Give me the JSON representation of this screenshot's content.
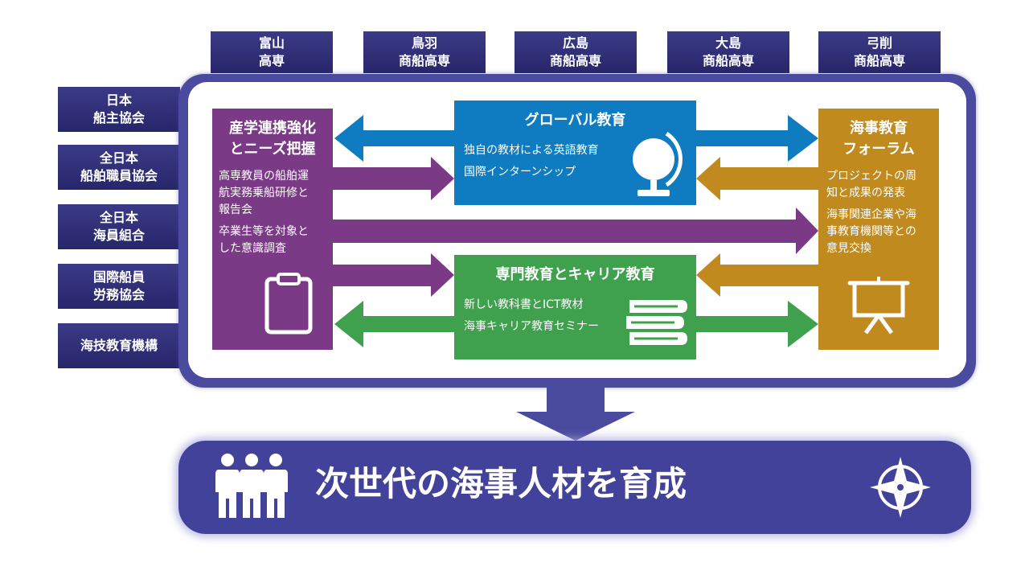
{
  "top_schools": [
    {
      "line1": "富山",
      "line2": "高専"
    },
    {
      "line1": "鳥羽",
      "line2": "商船高専"
    },
    {
      "line1": "広島",
      "line2": "商船高専"
    },
    {
      "line1": "大島",
      "line2": "商船高専"
    },
    {
      "line1": "弓削",
      "line2": "商船高専"
    }
  ],
  "left_orgs": [
    {
      "line1": "日本",
      "line2": "船主協会"
    },
    {
      "line1": "全日本",
      "line2": "船舶職員協会"
    },
    {
      "line1": "全日本",
      "line2": "海員組合"
    },
    {
      "line1": "国際船員",
      "line2": "労務協会"
    },
    {
      "line1": "海技教育機構",
      "line2": ""
    }
  ],
  "panel_industry": {
    "title_line1": "産学連携強化",
    "title_line2": "とニーズ把握",
    "item1": [
      "高専教員の船舶運",
      "航実務乗船研修と",
      "報告会"
    ],
    "item2": [
      "卒業生等を対象と",
      "した意識調査"
    ],
    "icon": "clipboard-icon"
  },
  "panel_global": {
    "title": "グローバル教育",
    "item1": "独自の教材による英語教育",
    "item2": "国際インターンシップ",
    "icon": "globe-icon"
  },
  "panel_career": {
    "title": "専門教育とキャリア教育",
    "item1": "新しい教科書とICT教材",
    "item2": "海事キャリア教育セミナー",
    "icon": "books-icon"
  },
  "panel_forum": {
    "title_line1": "海事教育",
    "title_line2": "フォーラム",
    "item1": [
      "プロジェクトの周",
      "知と成果の発表"
    ],
    "item2": [
      "海事関連企業や海",
      "事教育機関等との",
      "意見交換"
    ],
    "icon": "presentation-board-icon"
  },
  "banner": {
    "text": "次世代の海事人材を育成",
    "left_icon": "people-icon",
    "right_icon": "compass-icon"
  },
  "colors": {
    "navy": "#2f2e76",
    "purple": "#7b3a86",
    "blue": "#0f7cc1",
    "green": "#3fa14d",
    "gold": "#c08a1f",
    "banner": "#42429a"
  }
}
